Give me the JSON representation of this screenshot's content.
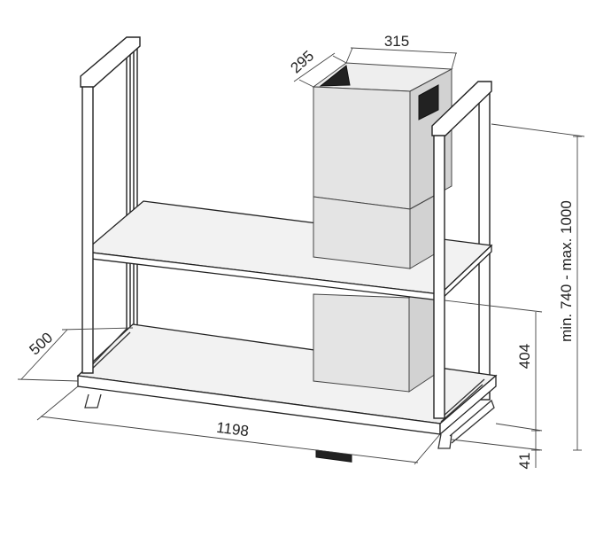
{
  "diagram": {
    "dimensions": {
      "chimney_width": "315",
      "chimney_depth": "295",
      "hood_depth": "500",
      "hood_width": "1198",
      "shelf_height": "404",
      "base_thickness": "41",
      "height_range": "min. 740 - max. 1000"
    }
  },
  "colors": {
    "line": "#333333",
    "chimney_front": "#e4e4e4",
    "chimney_side": "#d2d2d2",
    "shelf_top": "#f2f2f2",
    "background": "#ffffff"
  }
}
